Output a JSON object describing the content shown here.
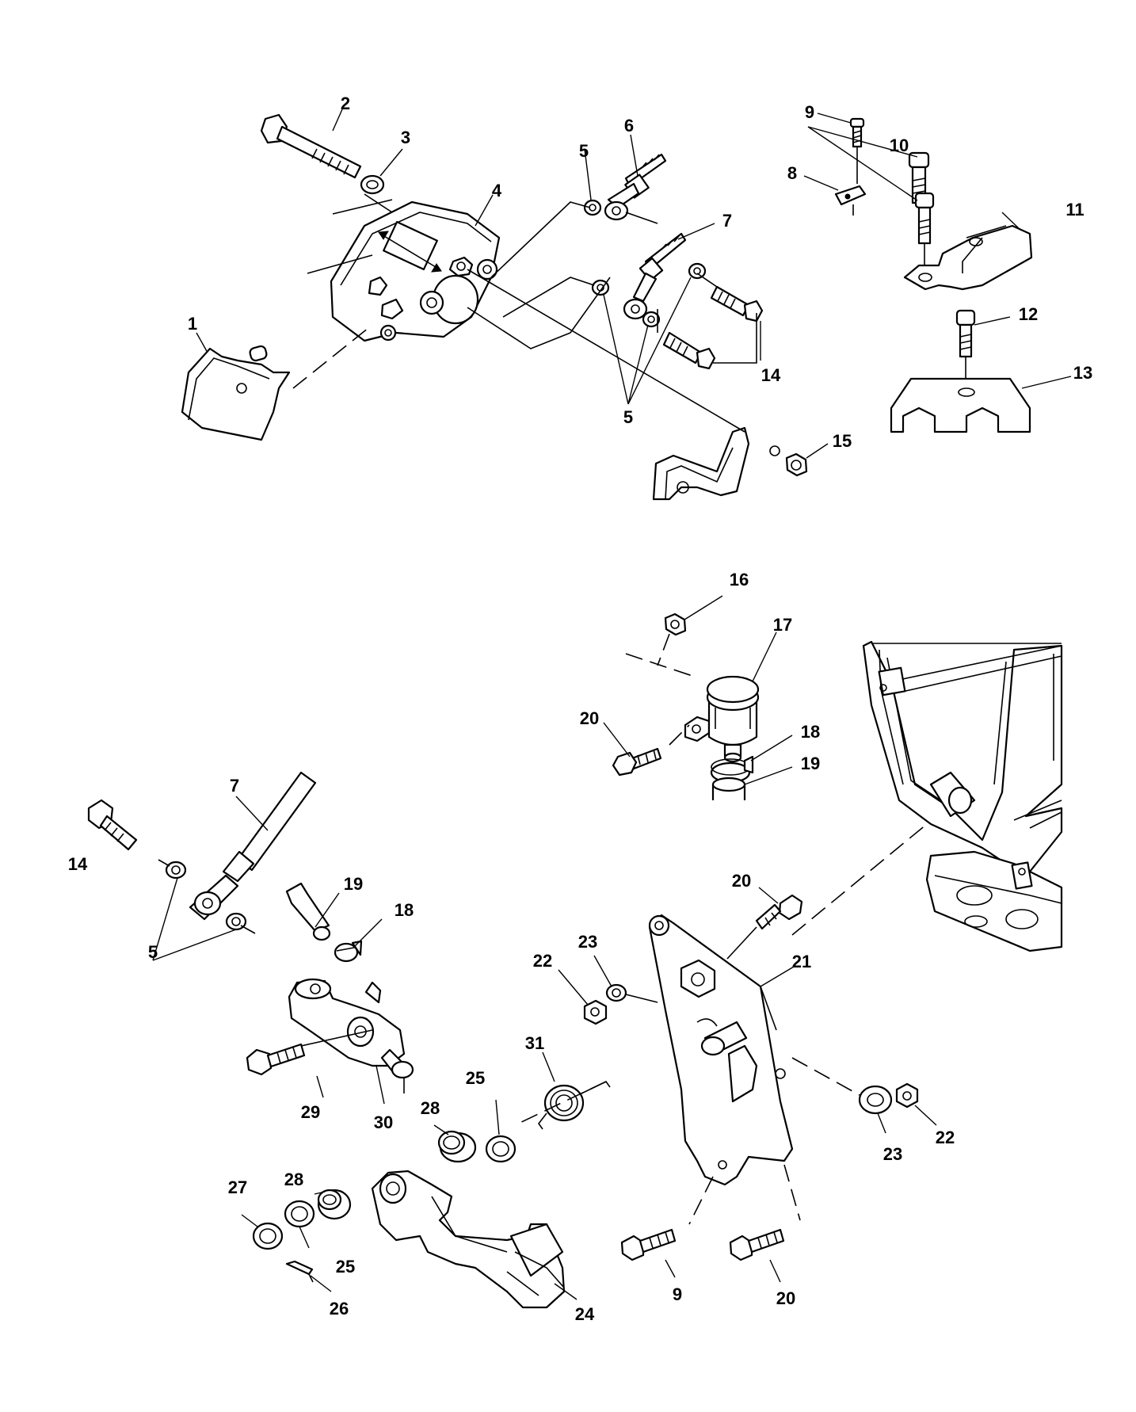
{
  "labels": {
    "l1": "1",
    "l2": "2",
    "l3": "3",
    "l4": "4",
    "l5a": "5",
    "l6": "6",
    "l7a": "7",
    "l5b": "5",
    "l14a": "14",
    "l8": "8",
    "l9a": "9",
    "l10": "10",
    "l11": "11",
    "l12": "12",
    "l13": "13",
    "l15": "15",
    "l16": "16",
    "l17": "17",
    "l18a": "18",
    "l19a": "19",
    "l20a": "20",
    "l7b": "7",
    "l14b": "14",
    "l5c": "5",
    "l19b": "19",
    "l18b": "18",
    "l20b": "20",
    "l21": "21",
    "l22a": "22",
    "l23a": "23",
    "l31": "31",
    "l29": "29",
    "l30": "30",
    "l28a": "28",
    "l25a": "25",
    "l23b": "23",
    "l22b": "22",
    "l28b": "28",
    "l27": "27",
    "l25b": "25",
    "l26": "26",
    "l24": "24",
    "l9b": "9",
    "l20c": "20"
  }
}
